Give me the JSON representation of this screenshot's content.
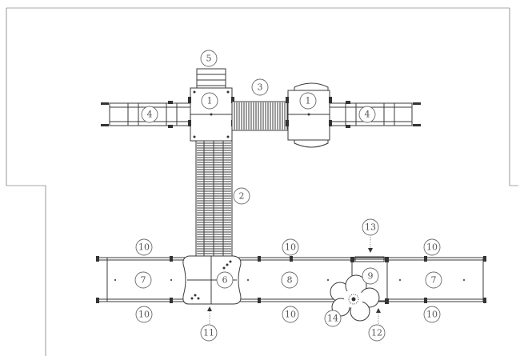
{
  "callouts": [
    {
      "id": "c1a",
      "label": "1"
    },
    {
      "id": "c1b",
      "label": "1"
    },
    {
      "id": "c2",
      "label": "2"
    },
    {
      "id": "c3",
      "label": "3"
    },
    {
      "id": "c4a",
      "label": "4"
    },
    {
      "id": "c4b",
      "label": "4"
    },
    {
      "id": "c5",
      "label": "5"
    },
    {
      "id": "c6",
      "label": "6"
    },
    {
      "id": "c7a",
      "label": "7"
    },
    {
      "id": "c7b",
      "label": "7"
    },
    {
      "id": "c8",
      "label": "8"
    },
    {
      "id": "c9",
      "label": "9"
    },
    {
      "id": "c10a",
      "label": "10"
    },
    {
      "id": "c10b",
      "label": "10"
    },
    {
      "id": "c10c",
      "label": "10"
    },
    {
      "id": "c10d",
      "label": "10"
    },
    {
      "id": "c10e",
      "label": "10"
    },
    {
      "id": "c10f",
      "label": "10"
    },
    {
      "id": "c11",
      "label": "11"
    },
    {
      "id": "c12",
      "label": "12"
    },
    {
      "id": "c13",
      "label": "13"
    },
    {
      "id": "c14",
      "label": "14"
    }
  ]
}
